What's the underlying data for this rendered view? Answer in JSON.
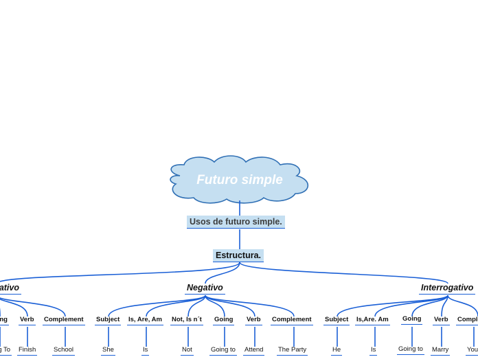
{
  "title": "Futuro simple",
  "level1": "Usos de futuro simple.",
  "level2": "Estructura.",
  "branches": [
    {
      "label": "Afirmativo",
      "children": [
        {
          "category": "Going",
          "value": "Going To"
        },
        {
          "category": "Verb",
          "value": "Finish"
        },
        {
          "category": "Complement",
          "value": "School"
        }
      ]
    },
    {
      "label": "Negativo",
      "children": [
        {
          "category": "Subject",
          "value": "She"
        },
        {
          "category": "Is, Are, Am",
          "value": "Is"
        },
        {
          "category": "Not, Is n´t",
          "value": "Not"
        },
        {
          "category": "Going",
          "value": "Going to"
        },
        {
          "category": "Verb",
          "value": "Attend"
        },
        {
          "category": "Complement",
          "value": "The Party"
        }
      ]
    },
    {
      "label": "Interrogativo",
      "children": [
        {
          "category": "Subject",
          "value": "He"
        },
        {
          "category": "Is,Are. Am",
          "value": "Is"
        },
        {
          "category": "Going",
          "value": "Going to"
        },
        {
          "category": "Verb",
          "value": "Marry"
        },
        {
          "category": "Complement",
          "value": "You"
        }
      ]
    }
  ],
  "colors": {
    "link": "#1a5fd6",
    "cloud_fill": "#c5dff1",
    "cloud_stroke": "#2f6fb4",
    "box_fill": "#c5dff1"
  }
}
